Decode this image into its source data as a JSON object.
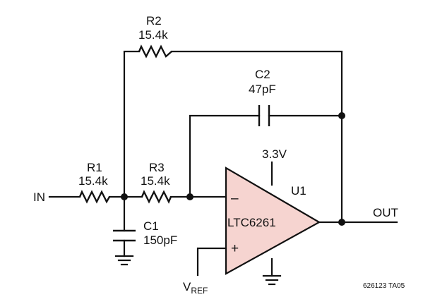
{
  "colors": {
    "opamp_fill": "#f6d4d0",
    "line": "#111111"
  },
  "nets": {
    "input": "IN",
    "output": "OUT",
    "supply": "3.3V",
    "vref_main": "V",
    "vref_sub": "REF"
  },
  "components": {
    "r1": {
      "ref": "R1",
      "value": "15.4k"
    },
    "r2": {
      "ref": "R2",
      "value": "15.4k"
    },
    "r3": {
      "ref": "R3",
      "value": "15.4k"
    },
    "c1": {
      "ref": "C1",
      "value": "150pF"
    },
    "c2": {
      "ref": "C2",
      "value": "47pF"
    },
    "u1": {
      "ref": "U1",
      "part": "LTC6261",
      "minus": "–",
      "plus": "+"
    }
  },
  "figure_id": "626123 TA05"
}
